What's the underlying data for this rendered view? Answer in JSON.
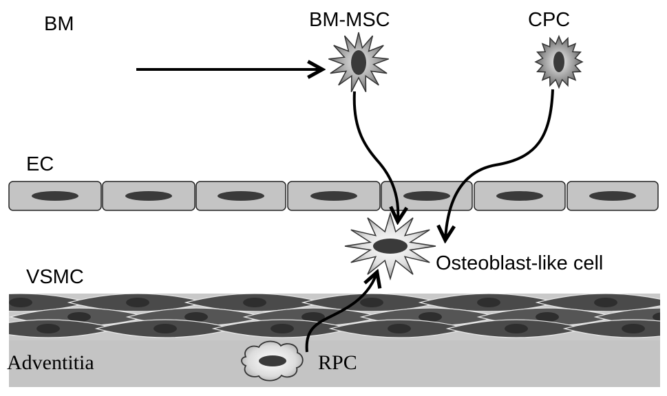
{
  "labels": {
    "bm": "BM",
    "bm_msc": "BM-MSC",
    "cpc": "CPC",
    "ec": "EC",
    "vsmc": "VSMC",
    "osteoblast": "Osteoblast-like cell",
    "adventitia": "Adventitia",
    "rpc": "RPC"
  },
  "colors": {
    "stroke": "#000000",
    "ec_fill": "#c4c4c4",
    "nucleus": "#3a3a3a",
    "vsmc_band": "#c9c9c9",
    "vsmc_cell": "#4d4d4d",
    "adventitia": "#c4c4c4"
  }
}
